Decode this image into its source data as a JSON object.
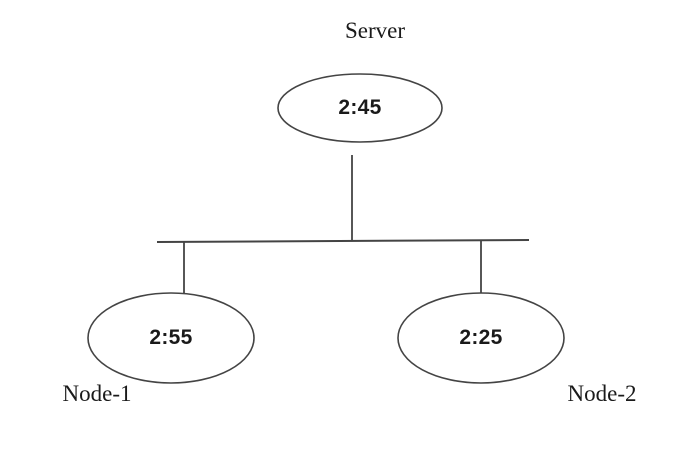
{
  "diagram": {
    "type": "clock-synchronization-topology",
    "background_color": "#ffffff",
    "stroke_color": "#444444",
    "text_color": "#1a1a1a",
    "server": {
      "caption": "Server",
      "value": "2:45",
      "shape": "ellipse"
    },
    "bus": {
      "orientation": "horizontal"
    },
    "nodes": [
      {
        "caption": "Node-1",
        "value": "2:55",
        "shape": "ellipse"
      },
      {
        "caption": "Node-2",
        "value": "2:25",
        "shape": "ellipse"
      }
    ]
  }
}
